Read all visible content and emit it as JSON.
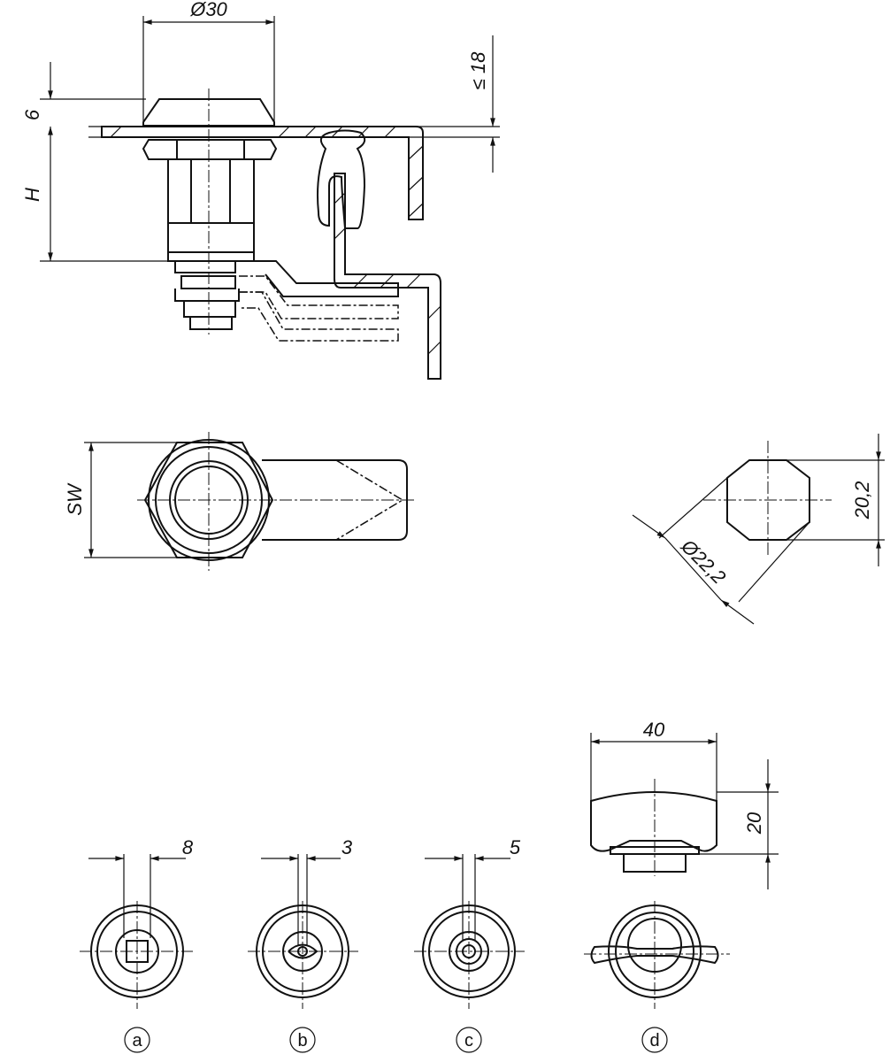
{
  "dimensions": {
    "cap_diameter": "Ø30",
    "cap_height": "6",
    "body_height": "H",
    "panel_thickness": "≤ 18",
    "hex_width": "SW",
    "cutout_flat": "20,2",
    "cutout_diameter": "Ø22,2",
    "knob_width": "40",
    "knob_height": "20",
    "insert_a": "8",
    "insert_b": "3",
    "insert_c": "5"
  },
  "variants": [
    "a",
    "b",
    "c",
    "d"
  ]
}
